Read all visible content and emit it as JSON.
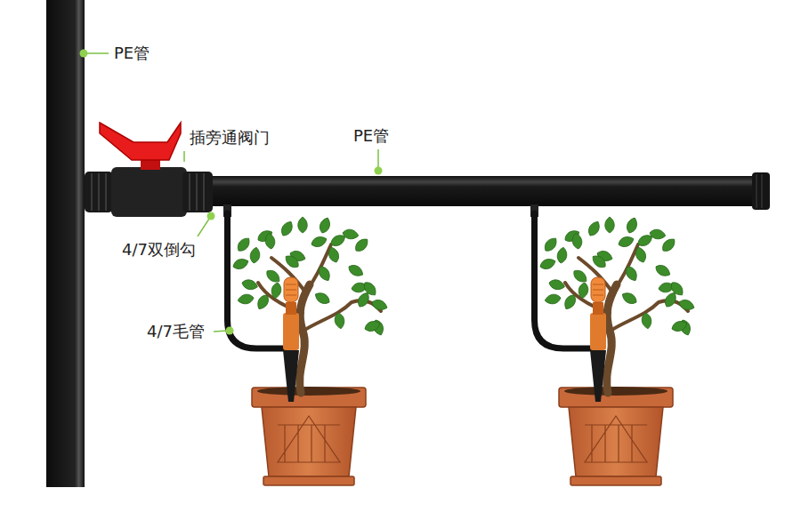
{
  "diagram": {
    "labels": [
      "PE管",
      "插旁通阀门",
      "PE管",
      "4/7双倒勾",
      "4/7毛管"
    ]
  }
}
